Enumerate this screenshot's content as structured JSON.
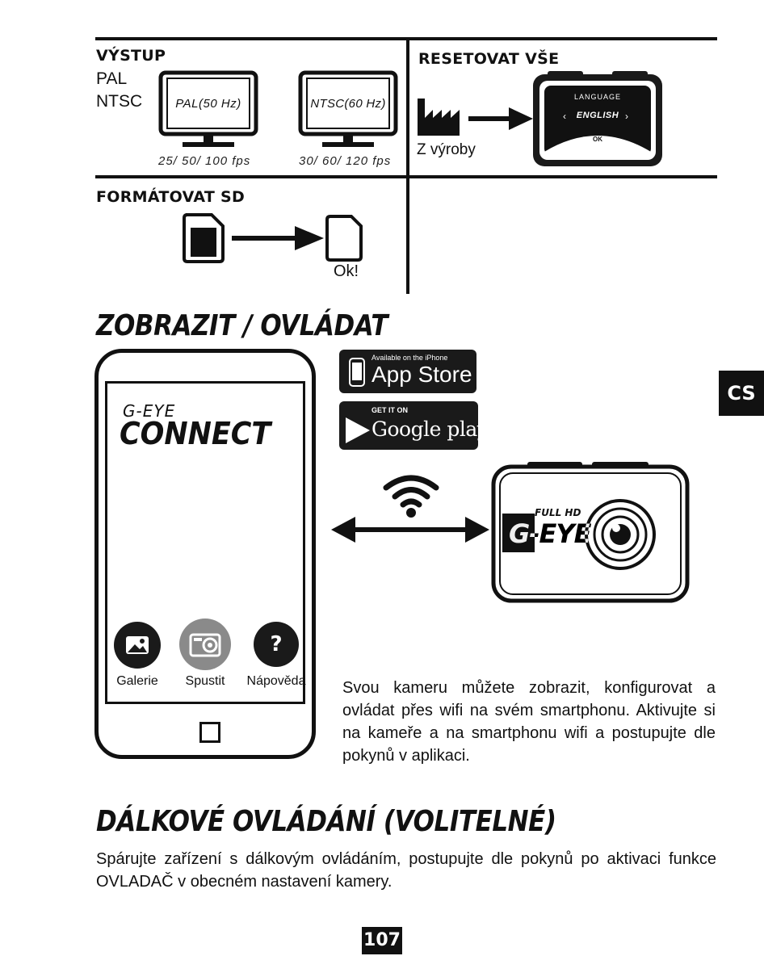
{
  "output": {
    "title": "VÝSTUP",
    "opt1": "PAL",
    "opt2": "NTSC",
    "monitor1": {
      "label": "PAL(50 Hz)",
      "fps": "25/ 50/ 100 fps"
    },
    "monitor2": {
      "label": "NTSC(60 Hz)",
      "fps": "30/ 60/ 120 fps"
    }
  },
  "reset": {
    "title": "RESETOVAT VŠE",
    "factory_label": "Z výroby",
    "screen_top": "LANGUAGE",
    "screen_lang": "ENGLISH",
    "screen_ok": "OK"
  },
  "format": {
    "title": "FORMÁTOVAT SD",
    "ok": "Ok!"
  },
  "display": {
    "heading": "ZOBRAZIT / OVLÁDAT",
    "app": {
      "brand_top": "G-EYE",
      "brand_main": "CONNECT"
    },
    "buttons": {
      "gallery": "Galerie",
      "start": "Spustit",
      "help": "Nápověda"
    },
    "appstore": {
      "small": "Available on the iPhone",
      "big": "App Store"
    },
    "googleplay": {
      "small": "GET IT ON",
      "big": "Google play"
    },
    "camera": {
      "badge": "FULL HD",
      "logo": "G-EYE"
    },
    "paragraph": "Svou kameru můžete zobrazit, konfigurovat a ovládat přes wifi na svém smartphonu. Aktivujte si na kameře a na smartphonu wifi a postupujte dle pokynů v aplikaci."
  },
  "remote": {
    "heading": "DÁLKOVÉ OVLÁDÁNÍ (VOLITELNÉ)",
    "paragraph": "Spárujte zařízení s dálkovým ovládáním, postupujte dle pokynů po aktivaci funkce OVLADAČ v obecném nastavení kamery."
  },
  "lang_tab": "CS",
  "page_number": "107"
}
